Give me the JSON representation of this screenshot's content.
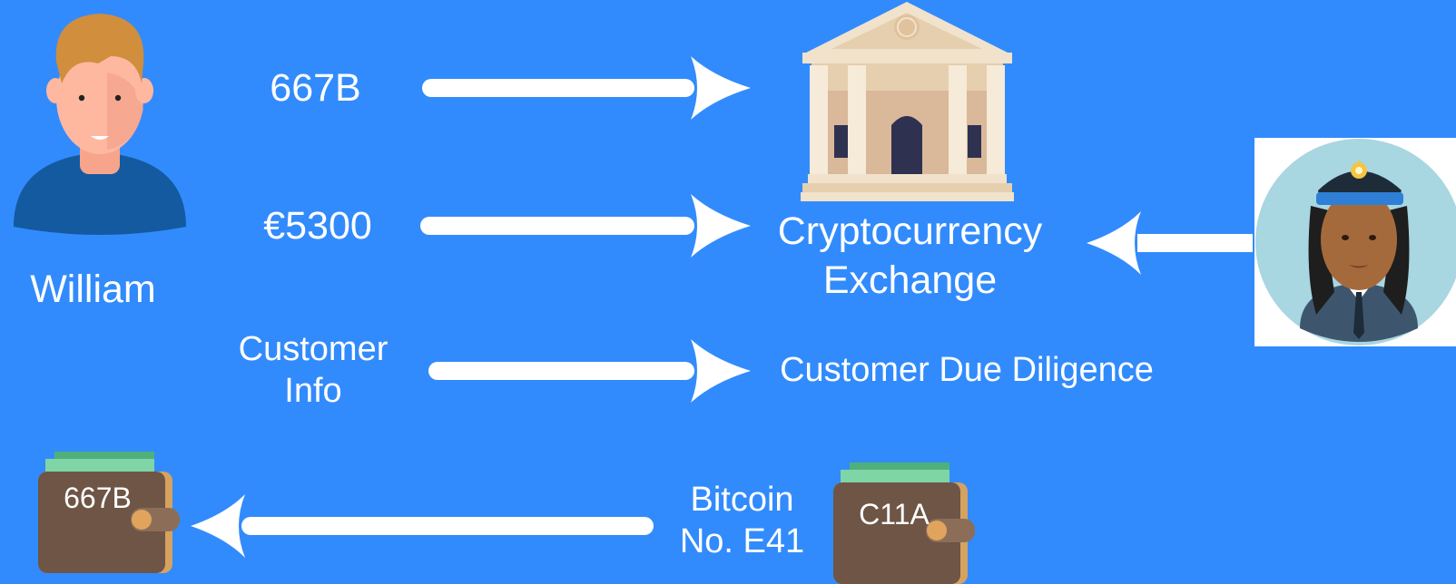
{
  "colors": {
    "background": "#328bfc",
    "arrow": "#ffffff",
    "text": "#ffffff",
    "wallet_body": "#6e5545",
    "wallet_money": "#4fb07c",
    "building": "#f1e2cc",
    "police_circle_bg": "#a8d6e1"
  },
  "icons": {
    "person": "man-avatar-icon",
    "bank": "bank-building-icon",
    "police": "police-officer-icon",
    "wallet": "wallet-icon"
  },
  "person": {
    "name": "William"
  },
  "flows": {
    "row1": {
      "label": "667B"
    },
    "row2": {
      "label": "€5300"
    },
    "row3": {
      "label_line1": "Customer",
      "label_line2": "Info"
    }
  },
  "exchange": {
    "line1": "Cryptocurrency",
    "line2": "Exchange"
  },
  "cdd": {
    "label": "Customer Due Diligence"
  },
  "bitcoin": {
    "line1": "Bitcoin",
    "line2": "No. E41"
  },
  "wallets": {
    "left": {
      "label": "667B"
    },
    "right": {
      "label": "C11A"
    }
  }
}
